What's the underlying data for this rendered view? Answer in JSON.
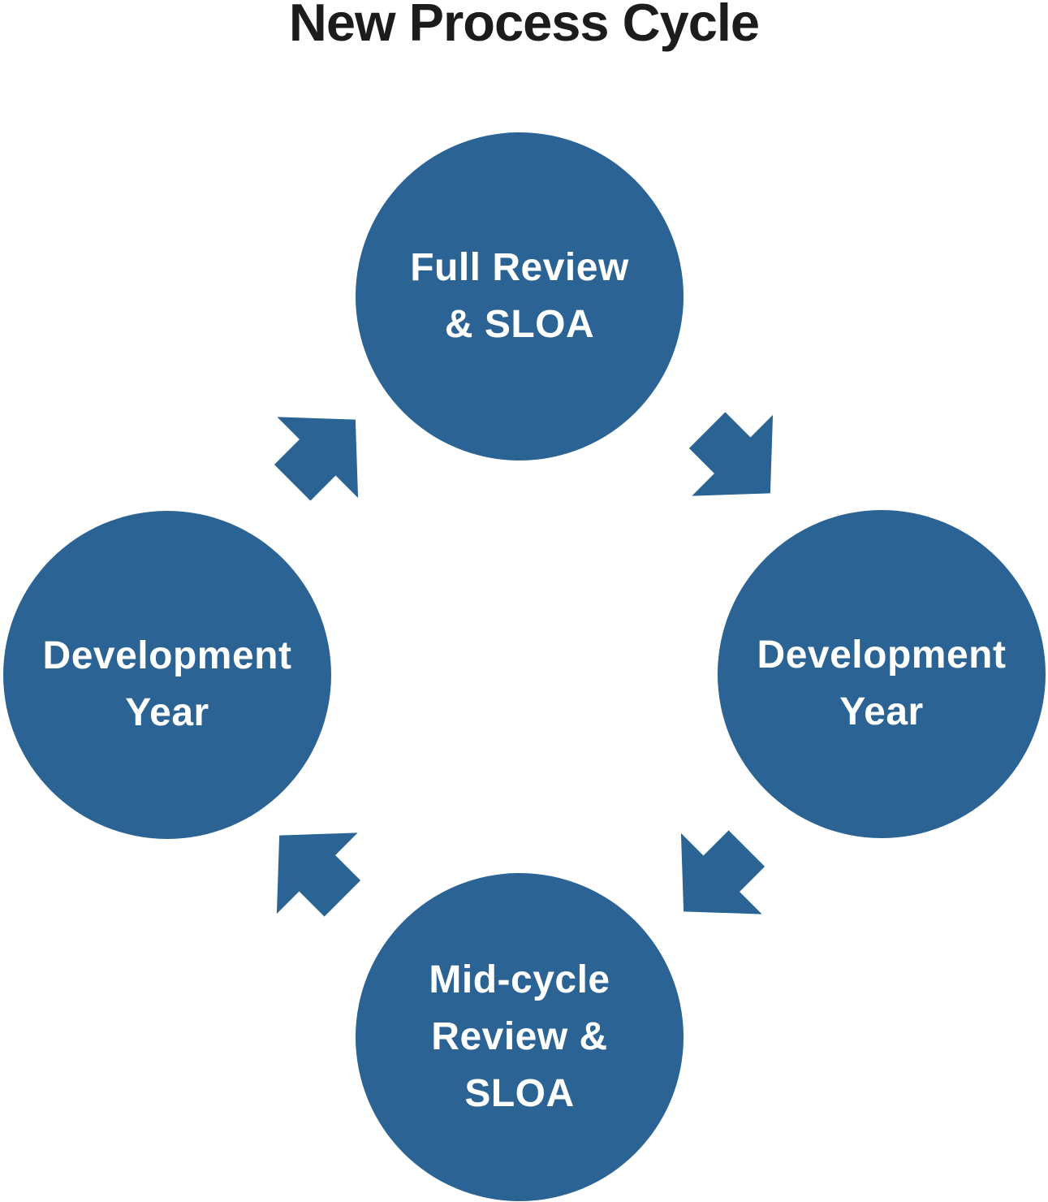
{
  "title": "New Process Cycle",
  "colors": {
    "node_fill": "#2a6394",
    "node_text": "#ffffff",
    "title_text": "#1c1c1c",
    "background": "#ffffff"
  },
  "cycle": {
    "flow": "clockwise",
    "nodes": [
      {
        "id": "top",
        "label": "Full Review & SLOA",
        "lines": [
          "Full Review",
          "& SLOA"
        ]
      },
      {
        "id": "right",
        "label": "Development Year",
        "lines": [
          "Development",
          "Year"
        ]
      },
      {
        "id": "bottom",
        "label": "Mid-cycle Review & SLOA",
        "lines": [
          "Mid-cycle",
          "Review &",
          "SLOA"
        ]
      },
      {
        "id": "left",
        "label": "Development Year",
        "lines": [
          "Development",
          "Year"
        ]
      }
    ],
    "arrows": [
      {
        "id": "left-to-top",
        "from": "left",
        "to": "top",
        "direction": "up-right"
      },
      {
        "id": "top-to-right",
        "from": "top",
        "to": "right",
        "direction": "down-right"
      },
      {
        "id": "right-to-bottom",
        "from": "right",
        "to": "bottom",
        "direction": "down-left"
      },
      {
        "id": "bottom-to-left",
        "from": "bottom",
        "to": "left",
        "direction": "up-left"
      }
    ]
  }
}
